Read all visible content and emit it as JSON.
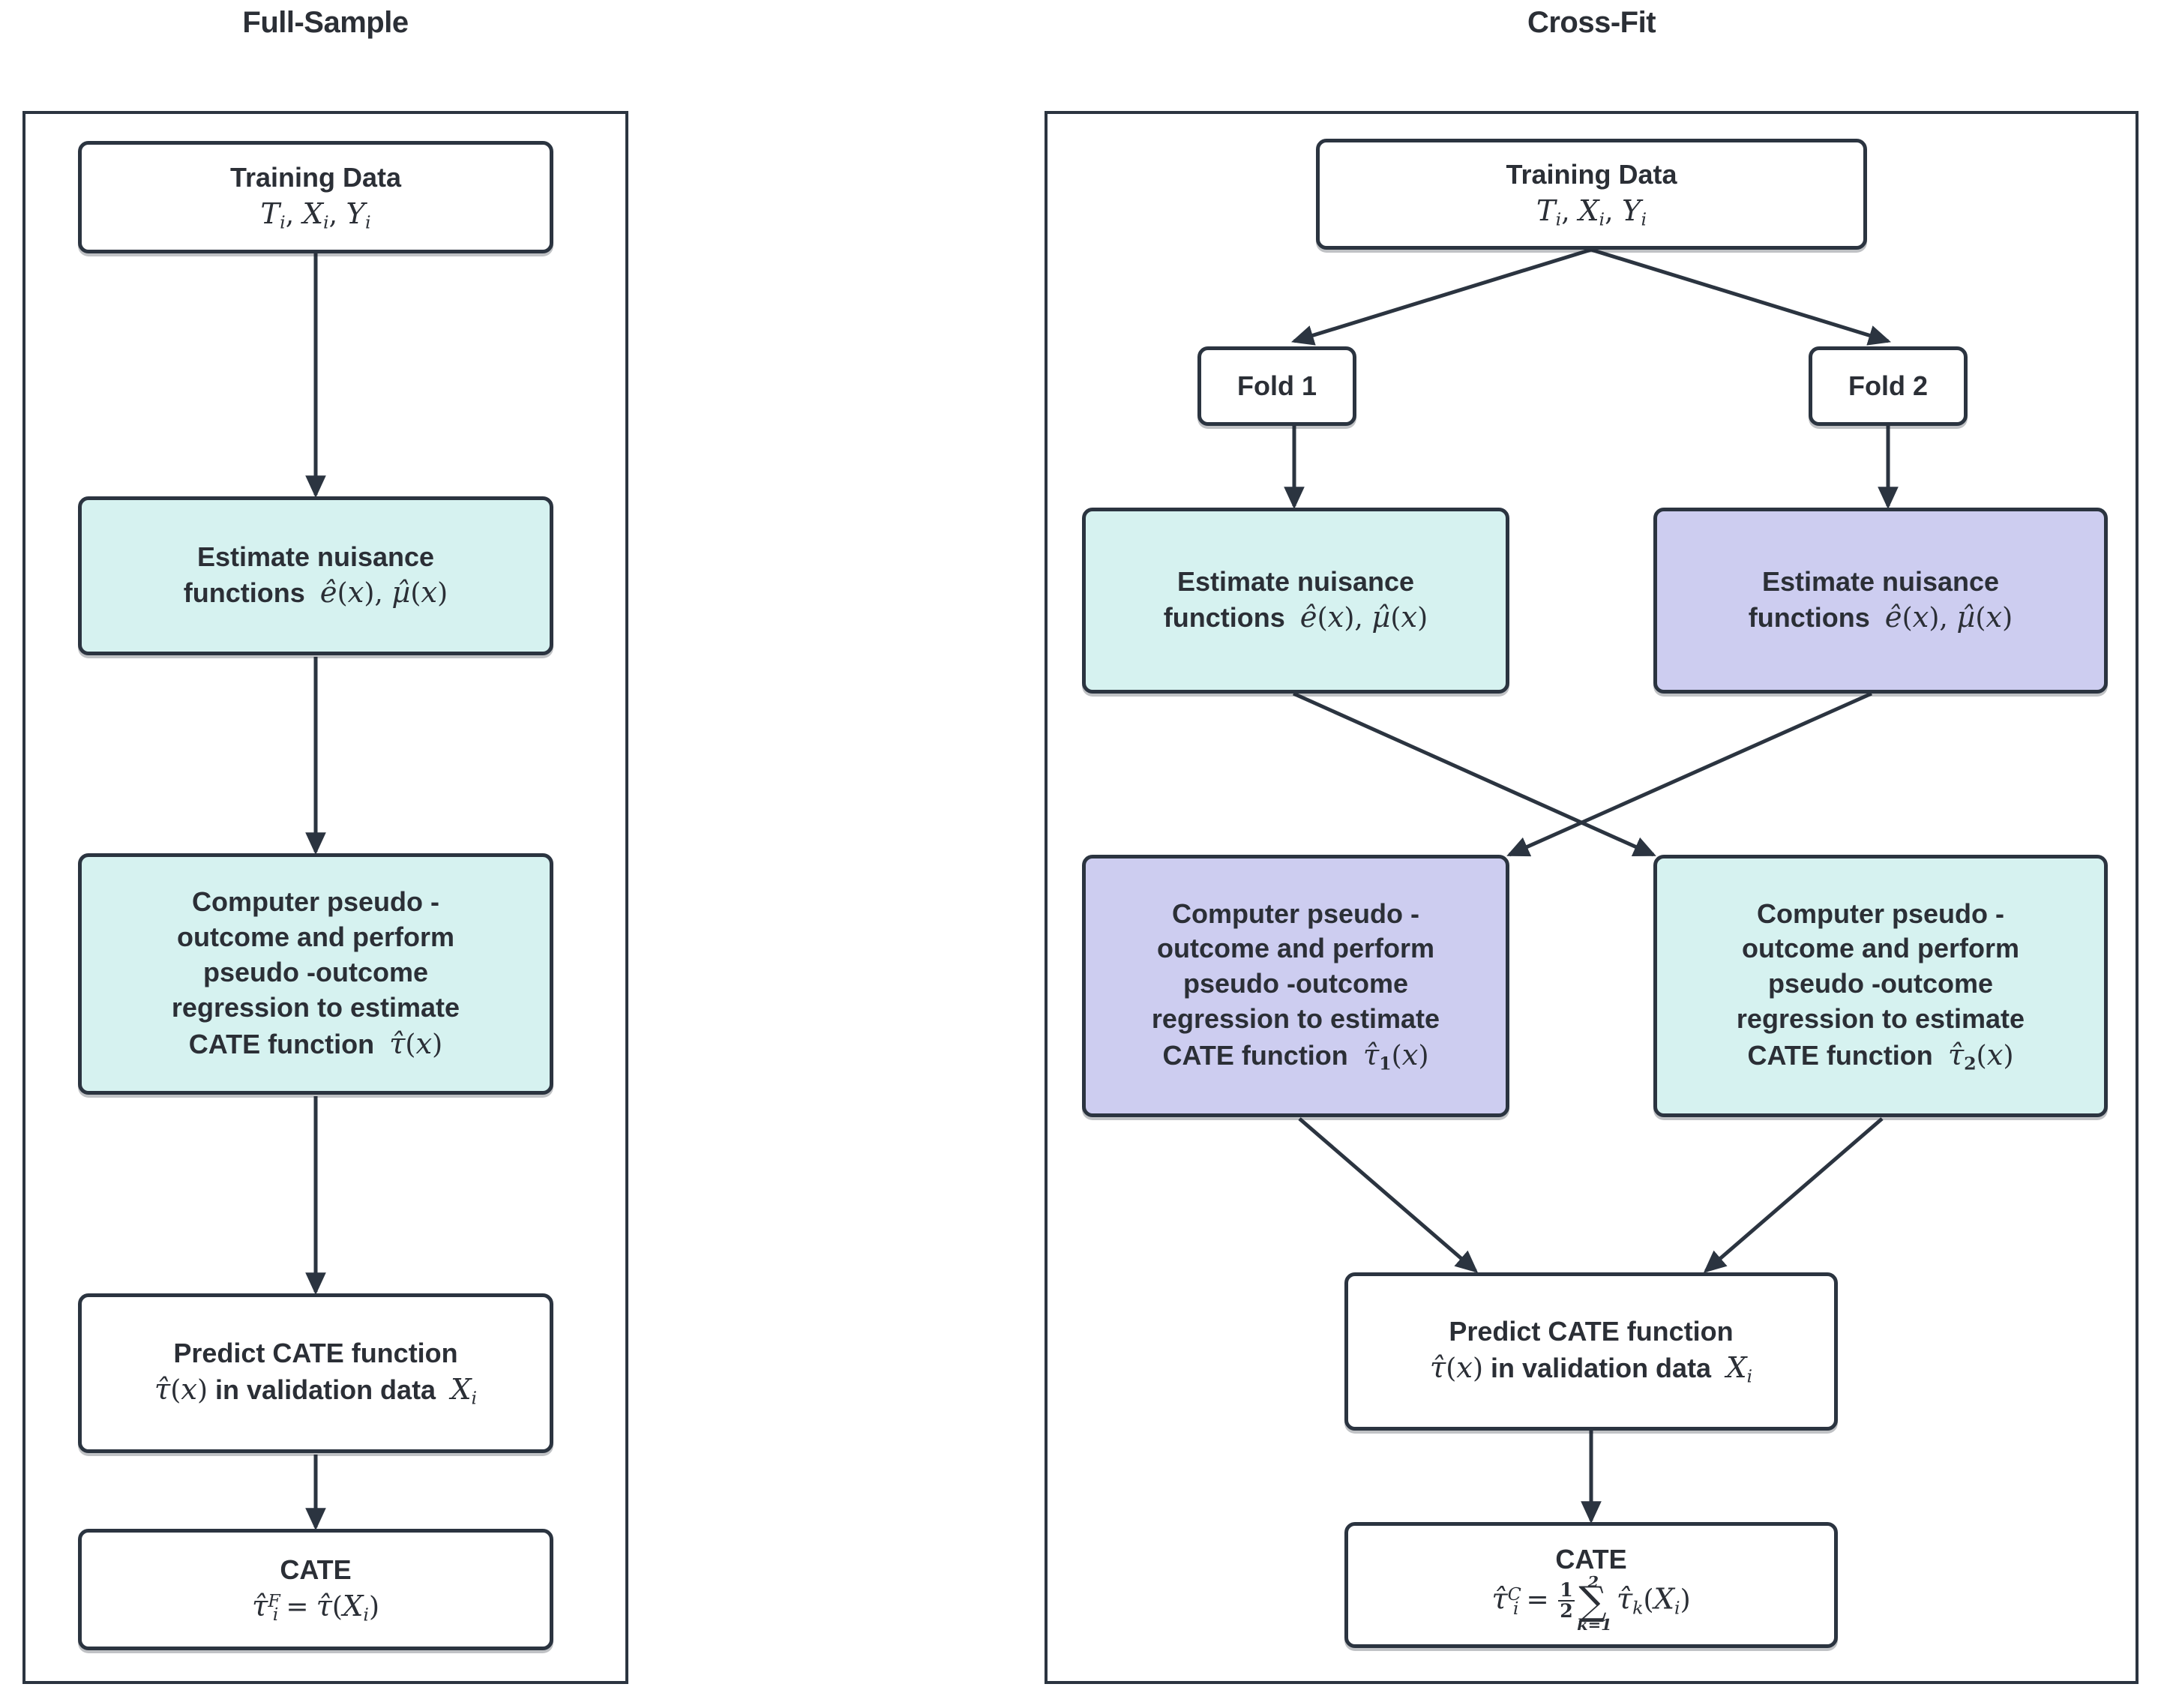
{
  "panels": [
    {
      "title": "Full-Sample"
    },
    {
      "title": "Cross-Fit"
    }
  ],
  "colors": {
    "stroke": "#2b3440",
    "text": "#2b2f36",
    "teal": "#d6f2f0",
    "purple": "#cdcdf0",
    "white": "#ffffff"
  },
  "full_sample": {
    "training_data": {
      "line1": "Training  Data",
      "line2_math": "Tᵢ, Xᵢ, Yᵢ"
    },
    "nuisance": {
      "line1": "Estimate  nuisance",
      "line2": "functions",
      "line2_math": "ê(x), μ̂(x)"
    },
    "pseudo": {
      "line1": "Computer  pseudo -",
      "line2": "outcome  and  perform",
      "line3": "pseudo -outcome",
      "line4": "regression  to estimate",
      "line5": "CATE  function",
      "line5_math": "τ̂(x)"
    },
    "predict": {
      "line1": "Predict  CATE function",
      "line2_math_a": "τ̂(x)",
      "line2_text": "in validation  data",
      "line2_math_b": "Xᵢ"
    },
    "cate": {
      "line1": "CATE",
      "line2_math": "τ̂ᵢᶠ = τ̂(Xᵢ)"
    }
  },
  "cross_fit": {
    "training_data": {
      "line1": "Training  Data",
      "line2_math": "Tᵢ, Xᵢ, Yᵢ"
    },
    "fold1": {
      "label": "Fold 1"
    },
    "fold2": {
      "label": "Fold 2"
    },
    "nuisance1": {
      "line1": "Estimate  nuisance",
      "line2": "functions",
      "line2_math": "ê(x), μ̂(x)"
    },
    "nuisance2": {
      "line1": "Estimate  nuisance",
      "line2": "functions",
      "line2_math": "ê(x), μ̂(x)"
    },
    "pseudo1": {
      "line1": "Computer  pseudo -",
      "line2": "outcome  and  perform",
      "line3": "pseudo -outcome",
      "line4": "regression  to estimate",
      "line5": "CATE  function",
      "line5_math": "τ̂1(x)"
    },
    "pseudo2": {
      "line1": "Computer  pseudo -",
      "line2": "outcome  and  perform",
      "line3": "pseudo -outcome",
      "line4": "regression  to estimate",
      "line5": "CATE  function",
      "line5_math": "τ̂2(x)"
    },
    "predict": {
      "line1": "Predict  CATE function",
      "line2_math_a": "τ̂(x)",
      "line2_text": "in validation  data",
      "line2_math_b": "Xᵢ"
    },
    "cate": {
      "line1": "CATE",
      "line2_math": "τ̂ᵢᶜ = ½ ∑ₖ₌₁² τ̂ₖ(Xᵢ)"
    }
  },
  "tokens": {
    "T": "T",
    "X": "X",
    "Y": "Y",
    "i": "i",
    "e": "e",
    "mu": "μ",
    "tau": "τ",
    "x": "x",
    "hat": "̂",
    "comma": ",",
    "equals": "=",
    "lparen": "(",
    "rparen": ")",
    "F": "F",
    "C": "C",
    "k": "k",
    "one": "1",
    "two": "2",
    "sum": "∑",
    "k_eq_1": "k=1",
    "in_validation": "in validation  data",
    "functions": "functions",
    "cate_word": "CATE"
  }
}
